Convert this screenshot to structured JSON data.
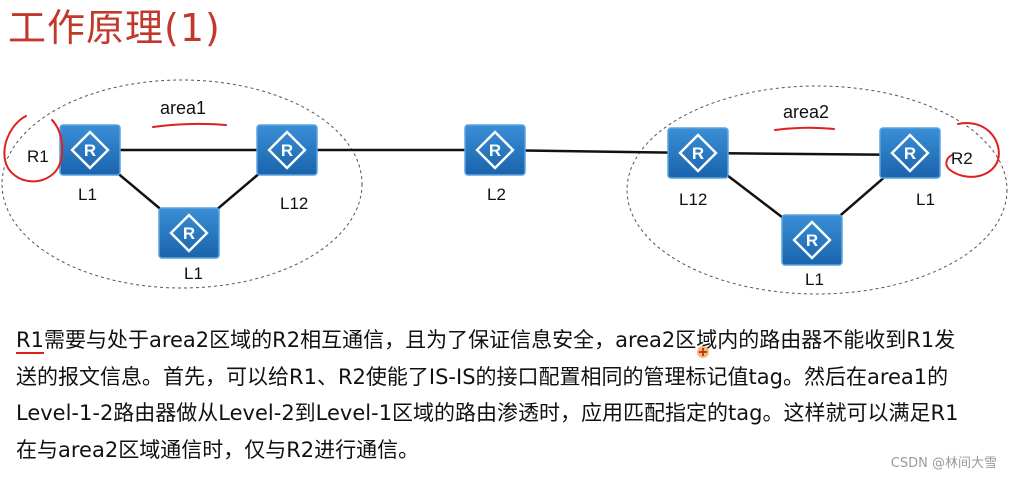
{
  "title": "工作原理(1)",
  "areas": [
    {
      "id": "area1",
      "label": "area1"
    },
    {
      "id": "area2",
      "label": "area2"
    }
  ],
  "routers": [
    {
      "id": "a1-l1",
      "label": "L1"
    },
    {
      "id": "a1-l12",
      "label": "L12"
    },
    {
      "id": "a1-bottom",
      "label": "L1"
    },
    {
      "id": "backbone-l2",
      "label": "L2"
    },
    {
      "id": "a2-l12",
      "label": "L12"
    },
    {
      "id": "a2-l1",
      "label": "L1"
    },
    {
      "id": "a2-bottom",
      "label": "L1"
    }
  ],
  "annotations": {
    "r1": "R1",
    "r2": "R2"
  },
  "description": {
    "lead": "R1",
    "body": "需要与处于area2区域的R2相互通信，且为了保证信息安全，area2区域内的路由器不能收到R1发送的报文信息。首先，可以给R1、R2使能了IS-IS的接口配置相同的管理标记值tag。然后在area1的Level-1-2路由器做从Level-2到Level-1区域的路由渗透时，应用匹配指定的tag。这样就可以满足R1在与area2区域通信时，仅与R2进行通信。"
  },
  "watermark": "CSDN @林间大雪",
  "colors": {
    "title": "#c0392b",
    "router_fill": "#1f74bf",
    "router_border": "#5aa4e0",
    "annotation": "#e0201f",
    "link": "#111111",
    "area_border": "#555555"
  }
}
